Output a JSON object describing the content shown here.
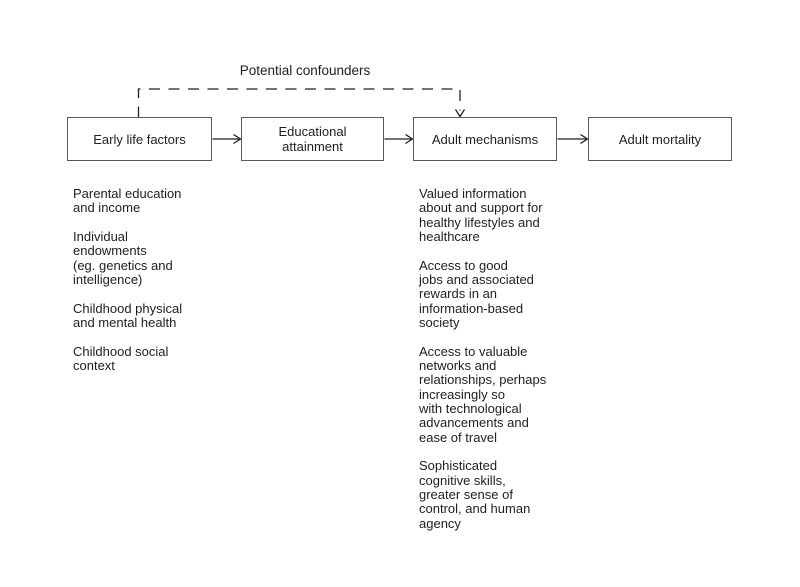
{
  "confounders_label": "Potential confounders",
  "boxes": [
    {
      "label": "Early life factors"
    },
    {
      "label": "Educational\nattainment"
    },
    {
      "label": "Adult mechanisms"
    },
    {
      "label": "Adult mortality"
    }
  ],
  "early_life_list": [
    "Parental education\nand income",
    "Individual\nendowments\n(eg. genetics and\nintelligence)",
    "Childhood physical\nand mental health",
    "Childhood social\ncontext"
  ],
  "adult_mechanisms_list": [
    "Valued information\nabout and support for\nhealthy lifestyles and\nhealthcare",
    "Access to good\njobs and associated\nrewards in an\ninformation-based\nsociety",
    "Access to valuable\nnetworks and\nrelationships, perhaps\nincreasingly so\nwith technological\nadvancements and\nease of travel",
    "Sophisticated\ncognitive skills,\ngreater sense of\ncontrol, and human\nagency"
  ],
  "colors": {
    "text": "#1e1e1e",
    "box_border": "#58595b",
    "line": "#231f20",
    "background": "#ffffff"
  }
}
